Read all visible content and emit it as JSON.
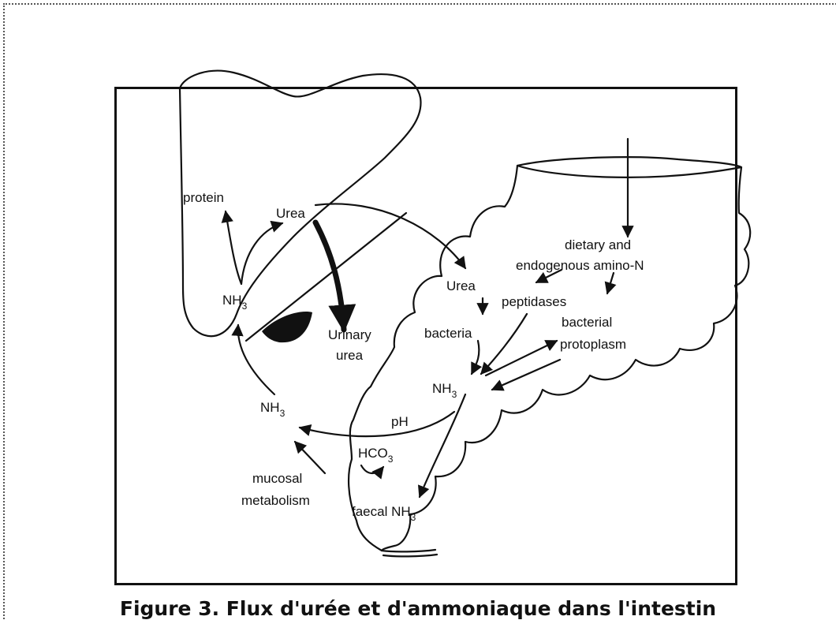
{
  "labels": {
    "protein": "protein",
    "urea_liver": "Urea",
    "nh3_liver": "NH",
    "nh3_liver_sub": "3",
    "urinary1": "Urinary",
    "urinary2": "urea",
    "nh3_blood": "NH",
    "nh3_blood_sub": "3",
    "mucosal1": "mucosal",
    "mucosal2": "metabolism",
    "urea_gut": "Urea",
    "peptidases": "peptidases",
    "bacteria": "bacteria",
    "dietary1": "dietary and",
    "dietary2": "endogenous amino-N",
    "bact_proto1": "bacterial",
    "bact_proto2": "protoplasm",
    "nh3_gut": "NH",
    "nh3_gut_sub": "3",
    "ph": "pH",
    "hco3": "HCO",
    "hco3_sub": "3",
    "faecal": "faecal NH",
    "faecal_sub": "3"
  },
  "caption": "Figure 3. Flux d'urée et d'ammoniaque dans l'intestin"
}
